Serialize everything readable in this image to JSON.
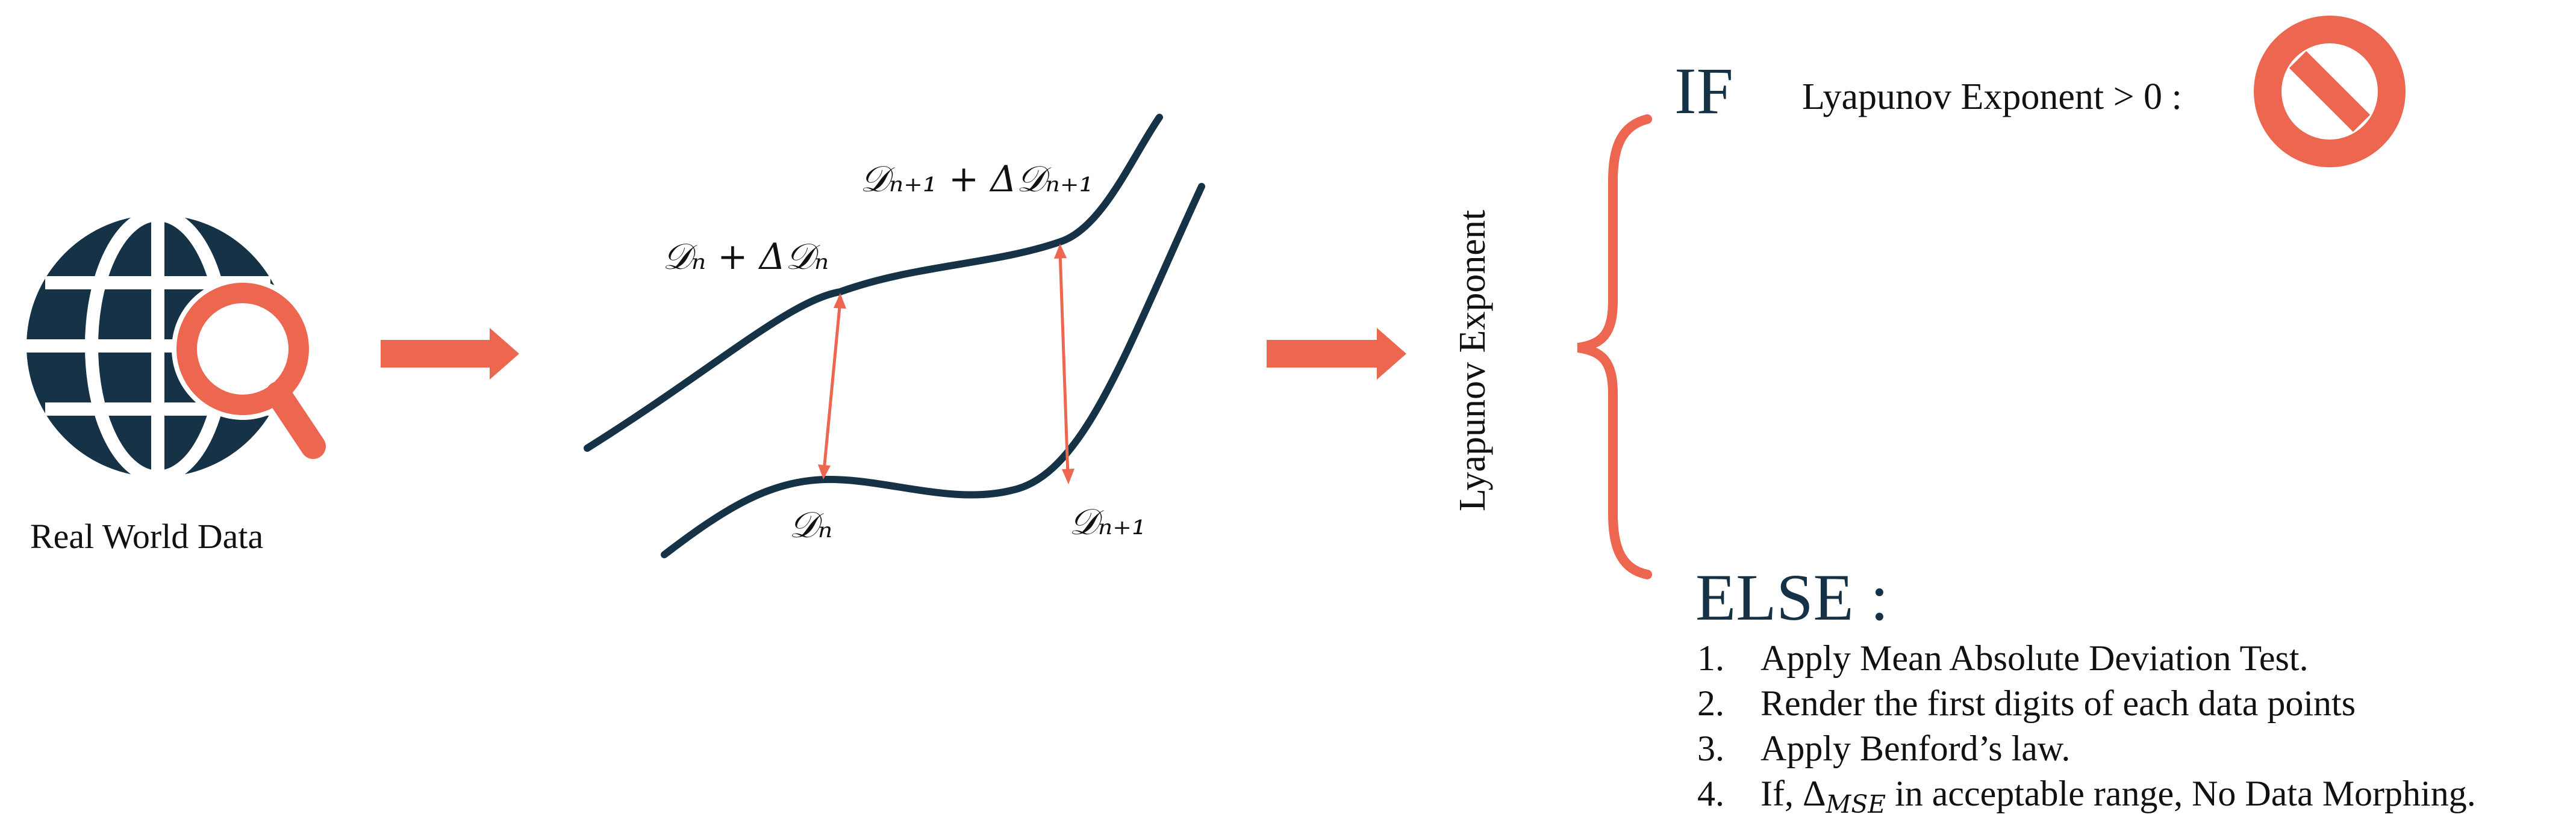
{
  "colors": {
    "navy": "#153246",
    "coral": "#ec6650"
  },
  "icons": {
    "globe": "globe-icon",
    "search": "search-icon",
    "prohibited": "prohibited-icon"
  },
  "real_world": {
    "caption": "Real World Data"
  },
  "curves": {
    "upper_left_label": "𝒟ₙ + Δ𝒟ₙ",
    "upper_right_label": "𝒟ₙ₊₁ + Δ𝒟ₙ₊₁",
    "lower_left_label": "𝒟ₙ",
    "lower_right_label": "𝒟ₙ₊₁"
  },
  "lyapunov": {
    "vertical_label": "Lyapunov  Exponent"
  },
  "branch": {
    "if_word": "IF",
    "condition": "Lyapunov  Exponent  > 0 :",
    "else_word": "ELSE :",
    "steps": [
      {
        "num": "1.",
        "text": "Apply Mean Absolute Deviation Test."
      },
      {
        "num": "2.",
        "text": "Render the first digits of each data points"
      },
      {
        "num": "3.",
        "text": "Apply Benford’s law."
      },
      {
        "num": "4.",
        "text_pre": "If, Δ",
        "text_sub": "MSE",
        "text_post": " in acceptable range, No Data Morphing."
      }
    ]
  }
}
